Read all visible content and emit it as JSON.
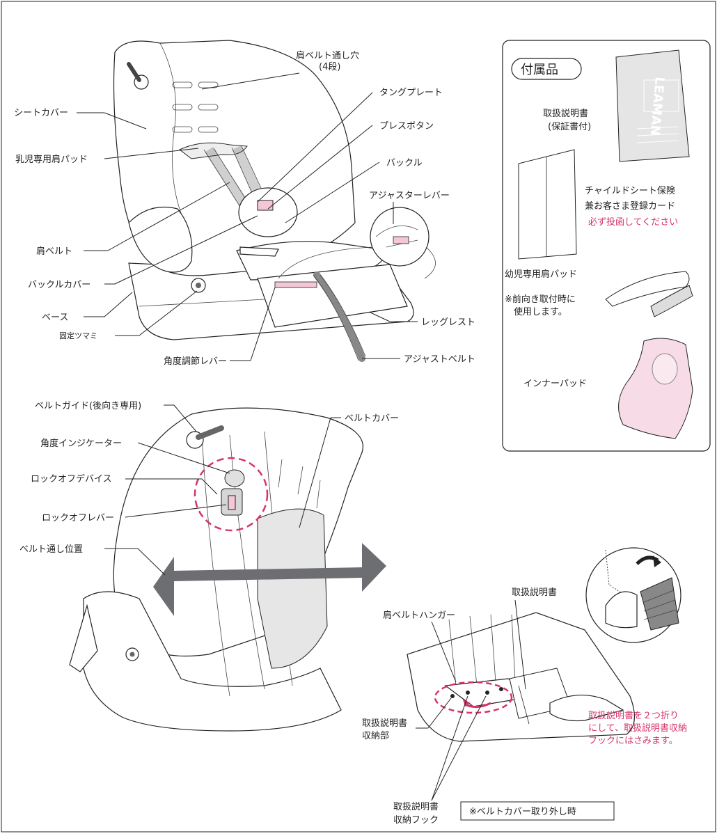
{
  "top_labels": {
    "shoulder_belt_slot": "肩ベルト通し穴",
    "shoulder_belt_slot_sub": "(4段)",
    "tongue_plate": "タングプレート",
    "press_button": "プレスボタン",
    "buckle": "バックル",
    "adjuster_lever": "アジャスターレバー",
    "seat_cover": "シートカバー",
    "infant_shoulder_pad": "乳児専用肩パッド",
    "shoulder_belt": "肩ベルト",
    "buckle_cover": "バックルカバー",
    "base": "ベース",
    "fixing_knob": "固定ツマミ",
    "angle_lever": "角度調節レバー",
    "leg_rest": "レッグレスト",
    "adjust_belt": "アジャストベルト"
  },
  "accessories": {
    "title": "付属品",
    "manual": "取扱説明書",
    "manual_sub": "(保証書付)",
    "card_line1": "チャイルドシート保険",
    "card_line2": "兼お客さま登録カード",
    "card_note": "必ず投函してください",
    "toddler_pad": "幼児専用肩パッド",
    "toddler_note1": "※前向き取付時に",
    "toddler_note2": "使用します。",
    "inner_pad": "インナーパッド",
    "brand": "LEAMAN"
  },
  "lower_labels": {
    "belt_guide": "ベルトガイド(後向き専用)",
    "angle_indicator": "角度インジケーター",
    "lockoff_device": "ロックオフデバイス",
    "lockoff_lever": "ロックオフレバー",
    "belt_route": "ベルト通し位置",
    "belt_cover": "ベルトカバー"
  },
  "storage_labels": {
    "shoulder_hanger": "肩ベルトハンガー",
    "manual": "取扱説明書",
    "storage_area1": "取扱説明書",
    "storage_area2": "収納部",
    "storage_hook1": "取扱説明書",
    "storage_hook2": "収納フック",
    "note": "※ベルトカバー取り外し時",
    "pink_note1": "取扱説明書を２つ折り",
    "pink_note2": "にして、取扱説明書収納",
    "pink_note3": "フックにはさみます。"
  },
  "colors": {
    "accent_pink": "#d6336c",
    "arrow_gray": "#6d6e71",
    "pad_pink": "#f7dbe6"
  }
}
